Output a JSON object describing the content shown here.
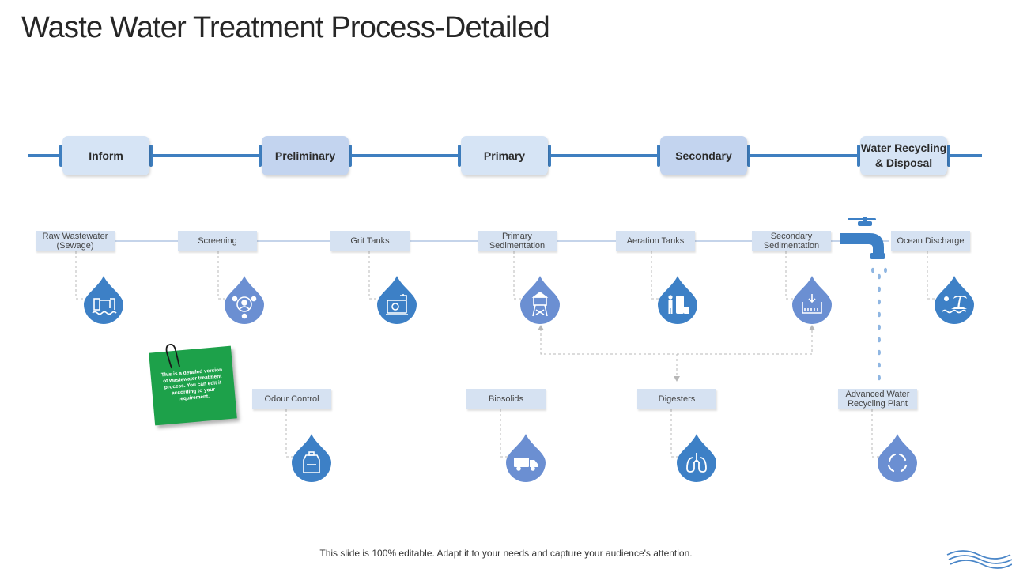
{
  "title": "Waste Water Treatment Process-Detailed",
  "stages": [
    "Inform",
    "Preliminary",
    "Primary",
    "Secondary",
    "Water Recycling & Disposal"
  ],
  "steps": {
    "raw_wastewater": "Raw Wastewater (Sewage)",
    "screening": "Screening",
    "grit_tanks": "Grit Tanks",
    "primary_sedimentation": "Primary Sedimentation",
    "aeration_tanks": "Aeration Tanks",
    "secondary_sedimentation": "Secondary Sedimentation",
    "ocean_discharge": "Ocean Discharge",
    "odour_control": "Odour Control",
    "biosolids": "Biosolids",
    "digesters": "Digesters",
    "advanced_water_recycling": "Advanced Water Recycling Plant"
  },
  "icons": {
    "raw_wastewater": "sewage-outfall-icon",
    "screening": "screening-icon",
    "grit_tanks": "grit-tank-icon",
    "primary_sedimentation": "water-tower-icon",
    "aeration_tanks": "aeration-tank-icon",
    "secondary_sedimentation": "sedimentation-basin-icon",
    "ocean_discharge": "ocean-island-icon",
    "odour_control": "odour-control-icon",
    "biosolids": "truck-icon",
    "digesters": "lungs-icon",
    "advanced_water_recycling": "recycle-icon",
    "faucet": "faucet-icon"
  },
  "sticky_note": "This is a detailed version of wastewater treatment process. You can edit it according to your requirement.",
  "footer": "This slide is 100% editable. Adapt it to your needs and capture your audience's attention.",
  "colors": {
    "main_line": "#3f7fc0",
    "stage_box": "#d6e4f5",
    "step_label": "#d6e2f2",
    "drop_primary": "#3d80c6",
    "drop_alt": "#6b8fd2",
    "sticky_note": "#1da14a"
  }
}
